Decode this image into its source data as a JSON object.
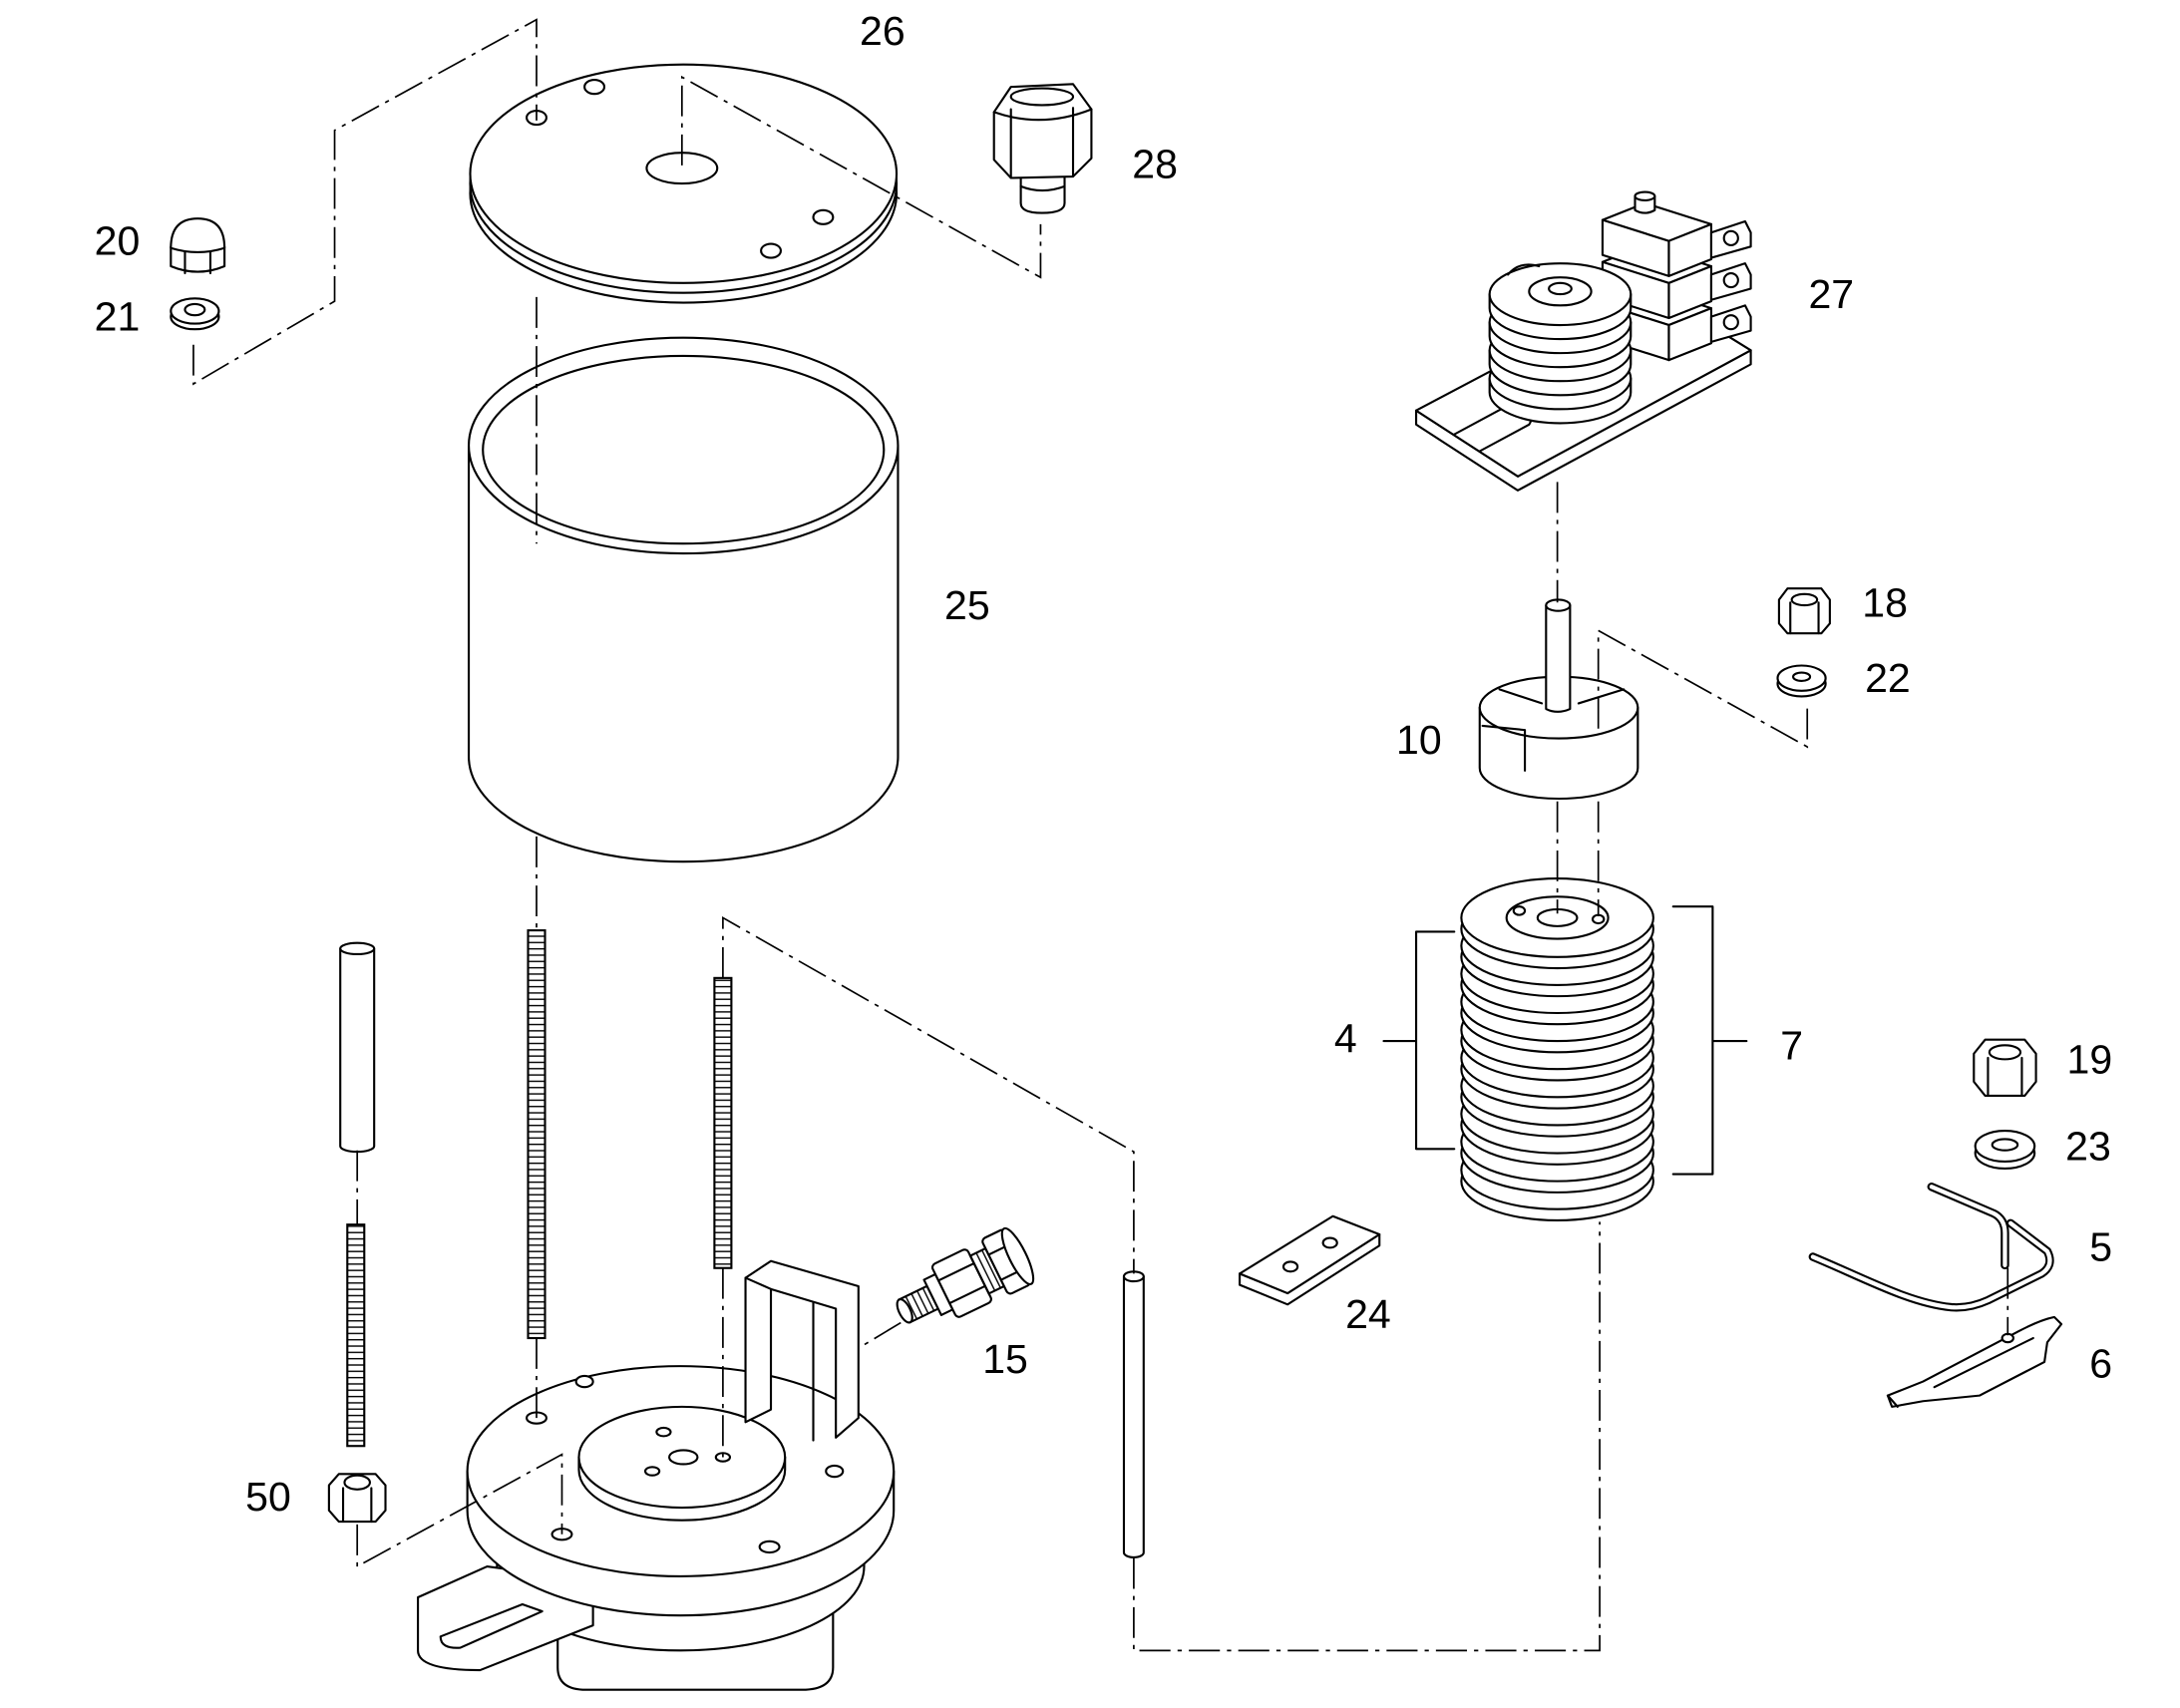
{
  "callouts": {
    "p26": "26",
    "p28": "28",
    "p20": "20",
    "p21": "21",
    "p27": "27",
    "p25": "25",
    "p18": "18",
    "p22": "22",
    "p10": "10",
    "p4": "4",
    "p7": "7",
    "p19": "19",
    "p23": "23",
    "p5": "5",
    "p6": "6",
    "p24": "24",
    "p15": "15",
    "p50": "50"
  },
  "colors": {
    "line": "#000000",
    "background": "#ffffff"
  }
}
